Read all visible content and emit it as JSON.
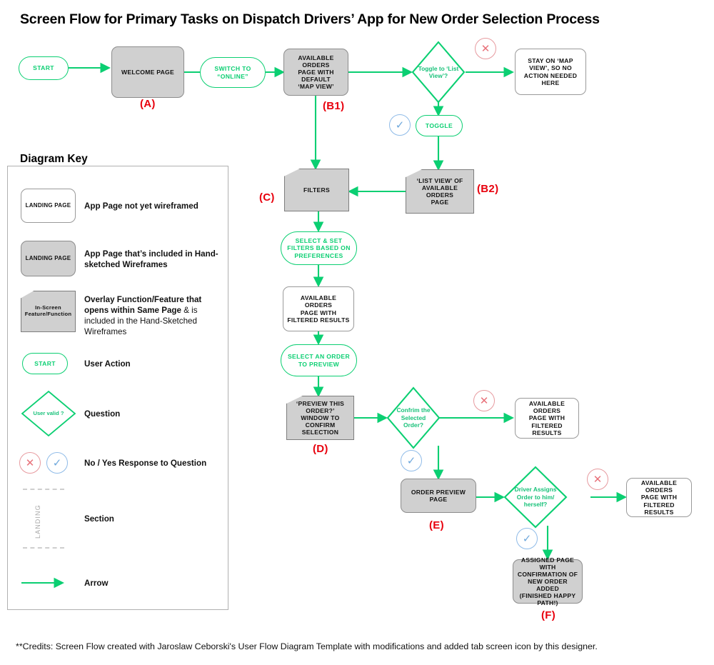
{
  "title": "Screen Flow for Primary Tasks on Dispatch Drivers’ App for New Order Selection Process",
  "credits": "**Credits: Screen Flow created with Jaroslaw Ceborski's User Flow Diagram Template with modifications and added tab screen icon by this designer.",
  "colors": {
    "green": "#0bcf72",
    "green_text": "#19c27a",
    "red_callout": "#e8000d",
    "grey_fill": "#d0d0d0",
    "grey_stroke": "#8c8c8c",
    "no_circle": "#e79a9f",
    "yes_circle": "#8fbbe8"
  },
  "flow": {
    "start": "START",
    "welcome_page": "WELCOME PAGE",
    "switch_online": "SWITCH TO\n“ONLINE”",
    "available_orders_map": "AVAILABLE ORDERS\nPAGE WITH DEFAULT\n‘MAP VIEW’",
    "toggle_question": "Toggle to ‘List\nView’?",
    "stay_on_map": "STAY ON ‘MAP\nVIEW’, SO NO\nACTION NEEDED\nHERE",
    "toggle_action": "TOGGLE",
    "list_view_page": "‘LIST VIEW’ OF\nAVAILABLE ORDERS\nPAGE",
    "filters": "FILTERS",
    "select_set_filters": "SELECT & SET\nFILTERS BASED ON\nPREFERENCES",
    "available_orders_filtered_1": "AVAILABLE ORDERS\nPAGE WITH\nFILTERED RESULTS",
    "select_order_preview": "SELECT AN ORDER\nTO PREVIEW",
    "preview_window": "‘PREVIEW THIS\nORDER?’\nWINDOW TO\nCONFIRM\nSELECTION",
    "confirm_question": "Confrim the\nSelected\nOrder?",
    "available_orders_filtered_2": "AVAILABLE ORDERS\nPAGE WITH\nFILTERED RESULTS",
    "order_preview_page": "ORDER PREVIEW\nPAGE",
    "assign_question": "Driver Assigns\nOrder to him/\nherself?",
    "available_orders_filtered_3": "AVAILABLE ORDERS\nPAGE WITH\nFILTERED RESULTS",
    "assigned_page": "ASSIGNED PAGE\nWITH\nCONFIRMATION OF\nNEW ORDER ADDED\n(FINISHED HAPPY\nPATH!)"
  },
  "callouts": {
    "a": "(A)",
    "b1": "(B1)",
    "b2": "(B2)",
    "c": "(C)",
    "d": "(D)",
    "e": "(E)",
    "f": "(F)"
  },
  "responses": {
    "no_glyph": "✕",
    "yes_glyph": "✓"
  },
  "key": {
    "heading": "Diagram Key",
    "items": [
      {
        "sample_label": "LANDING PAGE",
        "desc_bold": "App Page not yet wireframed",
        "desc_rest": ""
      },
      {
        "sample_label": "LANDING PAGE",
        "desc_bold": "App Page that’s included in Hand-sketched Wireframes",
        "desc_rest": ""
      },
      {
        "sample_label": "In-Screen\nFeature/Function",
        "desc_bold": "Overlay Function/Feature that opens within Same Page",
        "desc_rest": "& is included in the Hand-Sketched Wireframes"
      },
      {
        "sample_label": "START",
        "desc_bold": "User Action",
        "desc_rest": ""
      },
      {
        "sample_label": "User valid ?",
        "desc_bold": "Question",
        "desc_rest": ""
      },
      {
        "sample_label": "",
        "desc_bold": "No / Yes Response to Question",
        "desc_rest": ""
      },
      {
        "sample_label": "LANDING",
        "desc_bold": "Section",
        "desc_rest": ""
      },
      {
        "sample_label": "",
        "desc_bold": "Arrow",
        "desc_rest": ""
      }
    ]
  }
}
